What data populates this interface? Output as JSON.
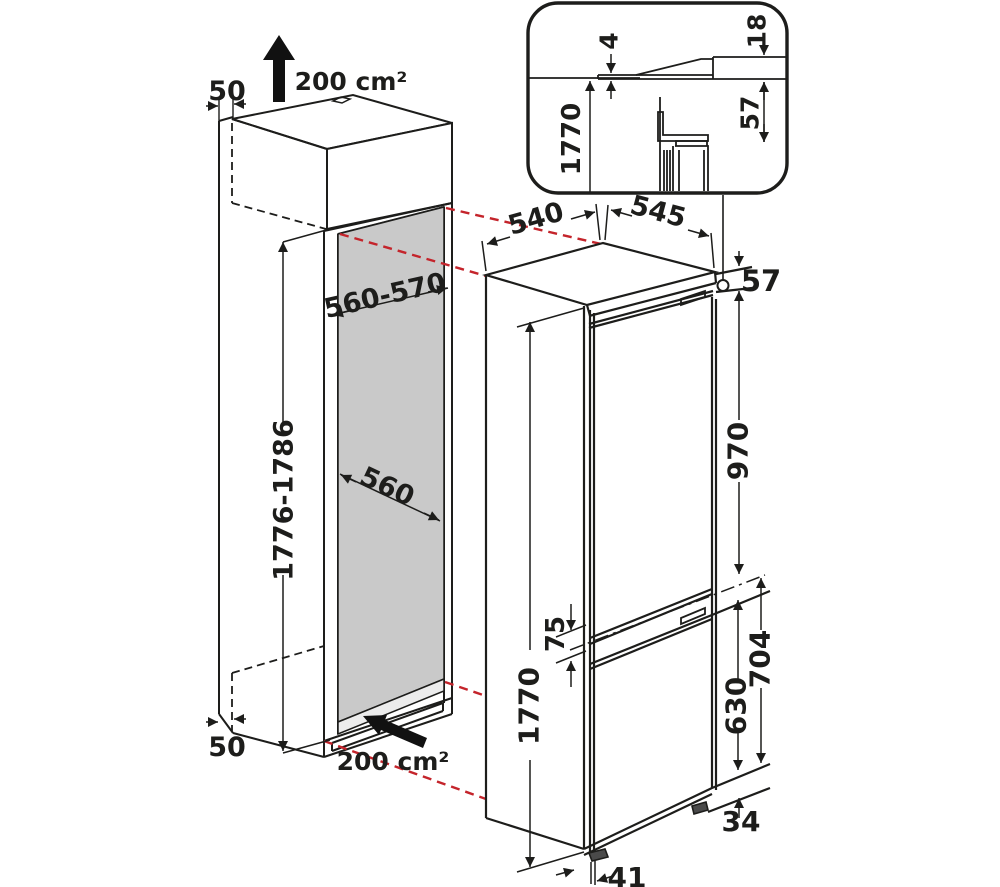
{
  "diagram_title": "Built-in fridge-freezer niche installation dimensions",
  "units": "mm",
  "colors": {
    "line": "#1d1d1b",
    "accent_red": "#c4242b",
    "niche_back_panel": "#c9c9c9",
    "niche_floor": "#ececec"
  },
  "niche": {
    "side_clearance_top": "50",
    "vent_area_top": "200 cm²",
    "width": "560-570",
    "height": "1776-1786",
    "depth": "560",
    "side_clearance_bottom": "50",
    "vent_area_bottom": "200 cm²"
  },
  "appliance": {
    "depth": "540",
    "width": "545",
    "top_recess": "57",
    "fridge_door_height": "970",
    "door_gap": "75",
    "freezer_section_height": "704",
    "freezer_door_height": "630",
    "total_height": "1770",
    "bottom_clearance": "34",
    "foot_offset": "41"
  },
  "inset_detail": {
    "top_gap": "4",
    "worktop_thickness": "18",
    "top_clearance": "57",
    "niche_height": "1770"
  }
}
